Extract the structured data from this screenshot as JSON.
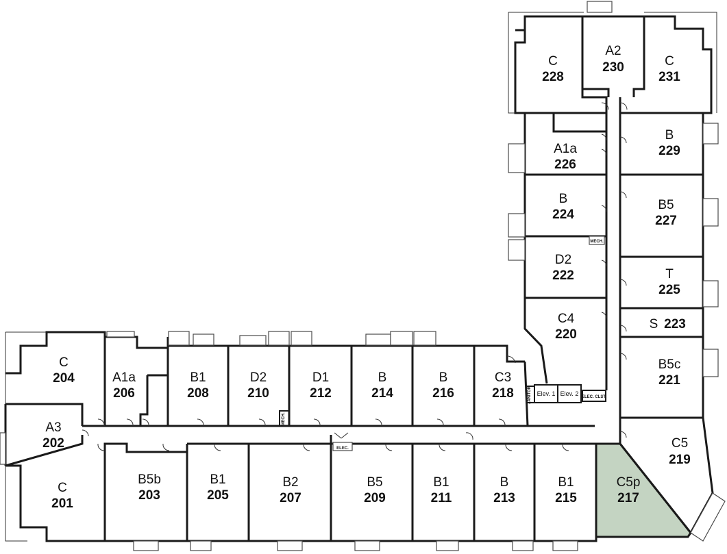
{
  "colors": {
    "highlight": "#c4d4c2",
    "wall": "#1a1a1a",
    "background": "#ffffff"
  },
  "units": [
    {
      "type": "C",
      "number": "228"
    },
    {
      "type": "A2",
      "number": "230"
    },
    {
      "type": "C",
      "number": "231"
    },
    {
      "type": "A1a",
      "number": "226"
    },
    {
      "type": "B",
      "number": "229"
    },
    {
      "type": "B",
      "number": "224"
    },
    {
      "type": "B5",
      "number": "227"
    },
    {
      "type": "D2",
      "number": "222"
    },
    {
      "type": "T",
      "number": "225"
    },
    {
      "type": "C4",
      "number": "220"
    },
    {
      "type": "S",
      "number": "223"
    },
    {
      "type": "B5c",
      "number": "221"
    },
    {
      "type": "C5",
      "number": "219"
    },
    {
      "type": "C5p",
      "number": "217",
      "highlighted": true
    },
    {
      "type": "C",
      "number": "204"
    },
    {
      "type": "A1a",
      "number": "206"
    },
    {
      "type": "B1",
      "number": "208"
    },
    {
      "type": "D2",
      "number": "210"
    },
    {
      "type": "D1",
      "number": "212"
    },
    {
      "type": "B",
      "number": "214"
    },
    {
      "type": "B",
      "number": "216"
    },
    {
      "type": "C3",
      "number": "218"
    },
    {
      "type": "A3",
      "number": "202"
    },
    {
      "type": "C",
      "number": "201"
    },
    {
      "type": "B5b",
      "number": "203"
    },
    {
      "type": "B1",
      "number": "205"
    },
    {
      "type": "B2",
      "number": "207"
    },
    {
      "type": "B5",
      "number": "209"
    },
    {
      "type": "B1",
      "number": "211"
    },
    {
      "type": "B",
      "number": "213"
    },
    {
      "type": "B1",
      "number": "215"
    }
  ],
  "utility": {
    "elev1": "Elev. 1",
    "elev2": "Elev. 2",
    "elec_closet": "ELEC. CLST.",
    "elec": "ELEC.",
    "mech_east": "MECH.",
    "mech_west": "MECH.",
    "janitor": "JANITOR"
  }
}
